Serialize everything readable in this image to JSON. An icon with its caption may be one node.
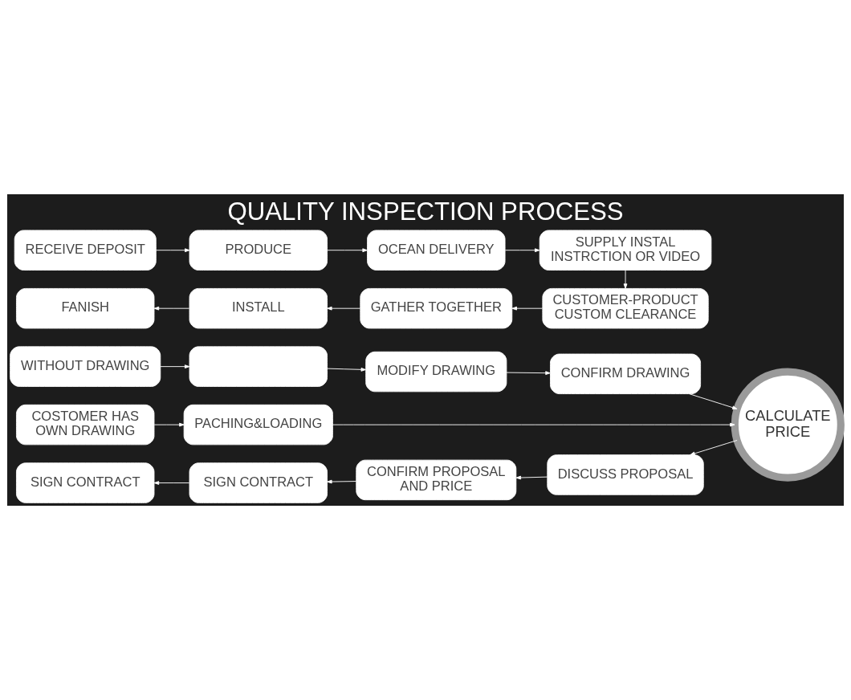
{
  "diagram": {
    "title": "QUALITY INSPECTION PROCESS",
    "nodes": [
      {
        "text": [
          "WITHOUT DRAWING"
        ]
      },
      {
        "text": [],
        "shape": "box"
      },
      {
        "text": [
          "MODIFY DRAWING"
        ]
      },
      {
        "text": [
          "CONFIRM DRAWING"
        ]
      },
      {
        "text": [
          "COSTOMER HAS OWN DRAWING"
        ]
      },
      {
        "text": [
          "PACHING&LOADING"
        ]
      },
      {
        "text": [
          "CALCULATE PRICE"
        ]
      },
      {
        "text": [
          "SIGN CONTRACT"
        ]
      },
      {
        "text": [
          "SIGN CONTRACT"
        ]
      },
      {
        "text": [
          "CONFIRM PROPOSAL AND PRICE"
        ]
      },
      {
        "text": [
          "DISCUSS PROPOSAL"
        ]
      },
      {
        "text": [
          "RECEIVE DEPOSIT"
        ]
      },
      {
        "text": [
          "PRODUCE"
        ]
      },
      {
        "text": [
          "OCEAN DELIVERY"
        ]
      },
      {
        "text": [
          "SUPPLY INSTAL INSTRCTION OR VIDEO"
        ]
      },
      {
        "text": [
          "FANISH"
        ]
      },
      {
        "text": [
          "INSTALL"
        ]
      },
      {
        "text": [
          "GATHER TOGETHER"
        ]
      },
      {
        "text": [
          "CUSTOMER-PRODUCT CUSTOM CLEARANCE"
        ]
      }
    ],
    "edges": [
      {
        "from": 0,
        "to": 1,
        "arrow": "to"
      },
      {
        "from": 1,
        "to": 2,
        "arrow": "to"
      },
      {
        "from": 2,
        "to": 3,
        "arrow": "to"
      },
      {
        "from": 3,
        "to": 6,
        "arrow": "to"
      },
      {
        "from": 4,
        "to": 5,
        "arrow": "to"
      },
      {
        "from": 5,
        "to": 6,
        "arrow": "to"
      },
      {
        "from": 6,
        "to": 10,
        "arrow": "to"
      },
      {
        "from": 10,
        "to": 9,
        "arrow": "to"
      },
      {
        "from": 9,
        "to": 8,
        "arrow": "to"
      },
      {
        "from": 8,
        "to": 7,
        "arrow": "to"
      },
      {
        "from": 11,
        "to": 12,
        "arrow": "to"
      },
      {
        "from": 12,
        "to": 13,
        "arrow": "to"
      },
      {
        "from": 13,
        "to": 14,
        "arrow": "to"
      },
      {
        "from": 14,
        "to": 18,
        "arrow": "to"
      },
      {
        "from": 18,
        "to": 17,
        "arrow": "to"
      },
      {
        "from": 17,
        "to": 16,
        "arrow": "to"
      },
      {
        "from": 16,
        "to": 15,
        "arrow": "to"
      }
    ]
  }
}
